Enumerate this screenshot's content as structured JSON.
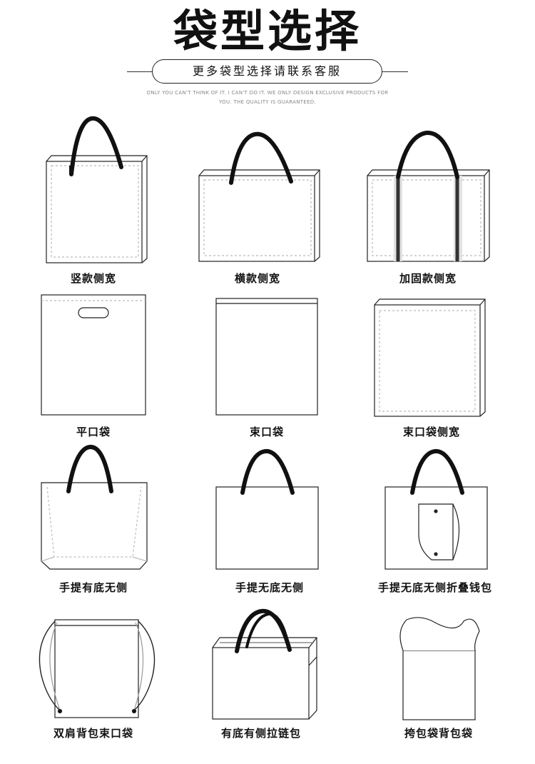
{
  "header": {
    "title": "袋型选择",
    "subtitle": "更多袋型选择请联系客服",
    "tagline_line1": "ONLY YOU CAN'T THINK OF IT. I CAN'T DO IT. WE ONLY DESIGN EXCLUSIVE PRODUCTS FOR",
    "tagline_line2": "YOU. THE QUALITY IS GUARANTEED."
  },
  "bag_types": [
    {
      "label": "竖款侧宽",
      "icon": "vertical-side-gusset-bag-icon"
    },
    {
      "label": "横款侧宽",
      "icon": "horizontal-side-gusset-bag-icon"
    },
    {
      "label": "加固款侧宽",
      "icon": "reinforced-side-gusset-bag-icon"
    },
    {
      "label": "平口袋",
      "icon": "die-cut-flat-bag-icon"
    },
    {
      "label": "束口袋",
      "icon": "flat-bag-icon"
    },
    {
      "label": "束口袋侧宽",
      "icon": "flat-side-gusset-bag-icon"
    },
    {
      "label": "手提有底无侧",
      "icon": "handle-bottom-gusset-bag-icon"
    },
    {
      "label": "手提无底无侧",
      "icon": "handle-flat-bag-icon"
    },
    {
      "label": "手提无底无侧折叠钱包",
      "icon": "foldable-pouch-bag-icon"
    },
    {
      "label": "双肩背包束口袋",
      "icon": "drawstring-backpack-icon"
    },
    {
      "label": "有底有侧拉链包",
      "icon": "zipper-gusset-bag-icon"
    },
    {
      "label": "挎包袋背包袋",
      "icon": "vest-carrier-bag-icon"
    }
  ],
  "colors": {
    "line": "#222222",
    "dash": "#aaaaaa",
    "handle": "#111111"
  }
}
